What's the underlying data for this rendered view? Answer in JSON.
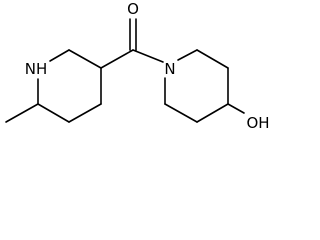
{
  "molecule": {
    "atoms": {
      "oxygen_carbonyl": "O",
      "nitrogen_piperidine_nh": "NH",
      "nitrogen_amide": "N",
      "hydroxyl": "OH"
    }
  }
}
